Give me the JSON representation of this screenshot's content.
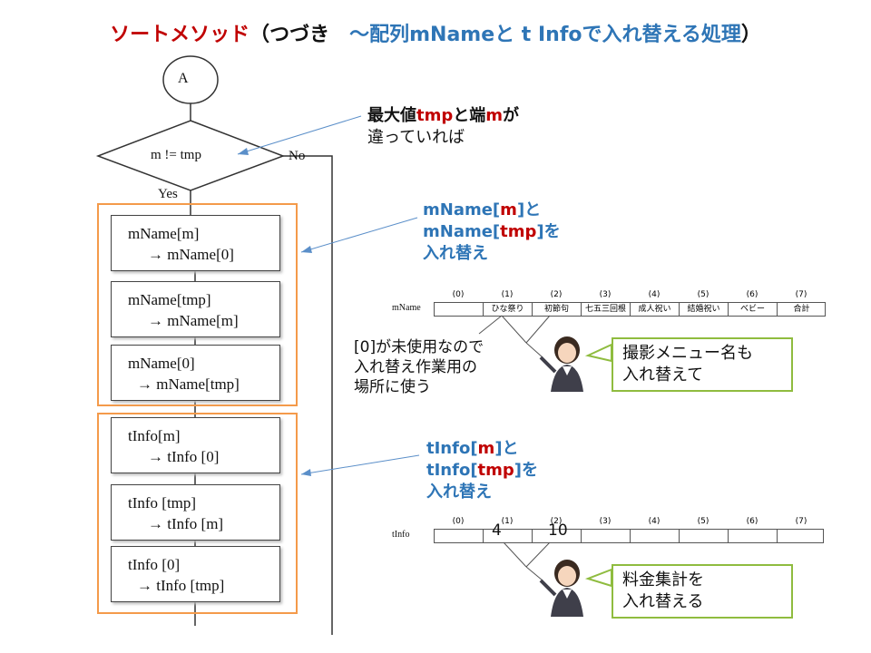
{
  "title": {
    "part1": "ソートメソッド",
    "part2": "（つづき　",
    "part3": "～配列mNameと t Infoで入れ替える処理",
    "part4": "）"
  },
  "flow": {
    "start": "A",
    "decision": "m != tmp",
    "no": "No",
    "yes": "Yes",
    "mname_steps": [
      {
        "l1": "mName[m]",
        "l2": "→ mName[0]"
      },
      {
        "l1": "mName[tmp]",
        "l2": "→ mName[m]"
      },
      {
        "l1": "mName[0]",
        "l2": "→ mName[tmp]"
      }
    ],
    "tinfo_steps": [
      {
        "l1": "tInfo[m]",
        "l2": "→ tInfo [0]"
      },
      {
        "l1": "tInfo [tmp]",
        "l2": "→ tInfo [m]"
      },
      {
        "l1": "tInfo [0]",
        "l2": "→ tInfo [tmp]"
      }
    ]
  },
  "callouts": {
    "max": {
      "a": "最大値",
      "b": "tmp",
      "c": "と",
      "d": "端",
      "e": "m",
      "f": "が",
      "line2": "違っていれば"
    },
    "mname": {
      "a": "mName[",
      "b": "m",
      "c": "]と",
      "d": "mName[",
      "e": "tmp",
      "f": "]を",
      "line3": "入れ替え"
    },
    "tinfo": {
      "a": "tInfo[",
      "b": "m",
      "c": "]と",
      "d": "tInfo[",
      "e": "tmp",
      "f": "]を",
      "line3": "入れ替え"
    }
  },
  "mname_array": {
    "label": "mName",
    "indices": [
      "(0)",
      "(1)",
      "(2)",
      "(3)",
      "(4)",
      "(5)",
      "(6)",
      "(7)"
    ],
    "cells": [
      "",
      "ひな祭り",
      "初節句",
      "七五三回根",
      "成人祝い",
      "結婚祝い",
      "ベビー",
      "合計"
    ]
  },
  "tinfo_array": {
    "label": "tInfo",
    "indices": [
      "(0)",
      "(1)",
      "(2)",
      "(3)",
      "(4)",
      "(5)",
      "(6)",
      "(7)"
    ],
    "val_m": "4",
    "val_tmp": "10"
  },
  "notes": {
    "unused": [
      "[0]が未使用なので",
      "入れ替え作業用の",
      "場所に使う"
    ],
    "menu": [
      "撮影メニュー名も",
      "入れ替えて"
    ],
    "fee": [
      "料金集計を",
      "入れ替える"
    ]
  },
  "colors": {
    "accent_red": "#c00000",
    "accent_blue": "#2e75b6",
    "orange": "#f49a4a",
    "green": "#8fbc3f"
  }
}
